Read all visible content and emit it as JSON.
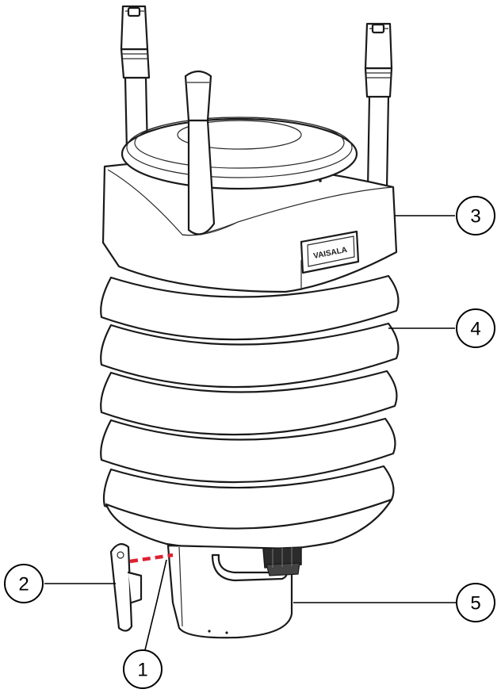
{
  "brand_label": "VAISALA",
  "callouts": [
    {
      "number": "1"
    },
    {
      "number": "2"
    },
    {
      "number": "3"
    },
    {
      "number": "4"
    },
    {
      "number": "5"
    }
  ],
  "colors": {
    "outline": "#1a1a1a",
    "accent_dashed_line": "#e02030",
    "connector": "#2b2b2b"
  }
}
